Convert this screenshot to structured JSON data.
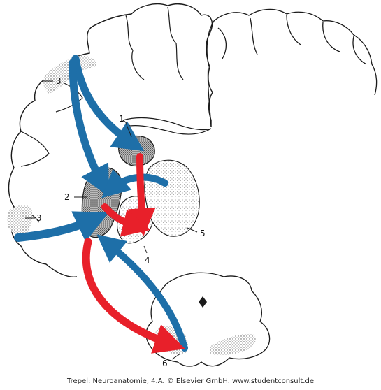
{
  "diagram": {
    "labels": {
      "l1": "1",
      "l2": "2",
      "l3a": "3",
      "l3b": "3",
      "l4": "4",
      "l5": "5",
      "l6": "6"
    }
  },
  "colors": {
    "blue_pathway": "#1e6fa8",
    "red_pathway": "#e8202a",
    "outline": "#1a1a1a"
  },
  "caption": "Trepel: Neuroanatomie, 4.A. © Elsevier GmbH. www.studentconsult.de"
}
